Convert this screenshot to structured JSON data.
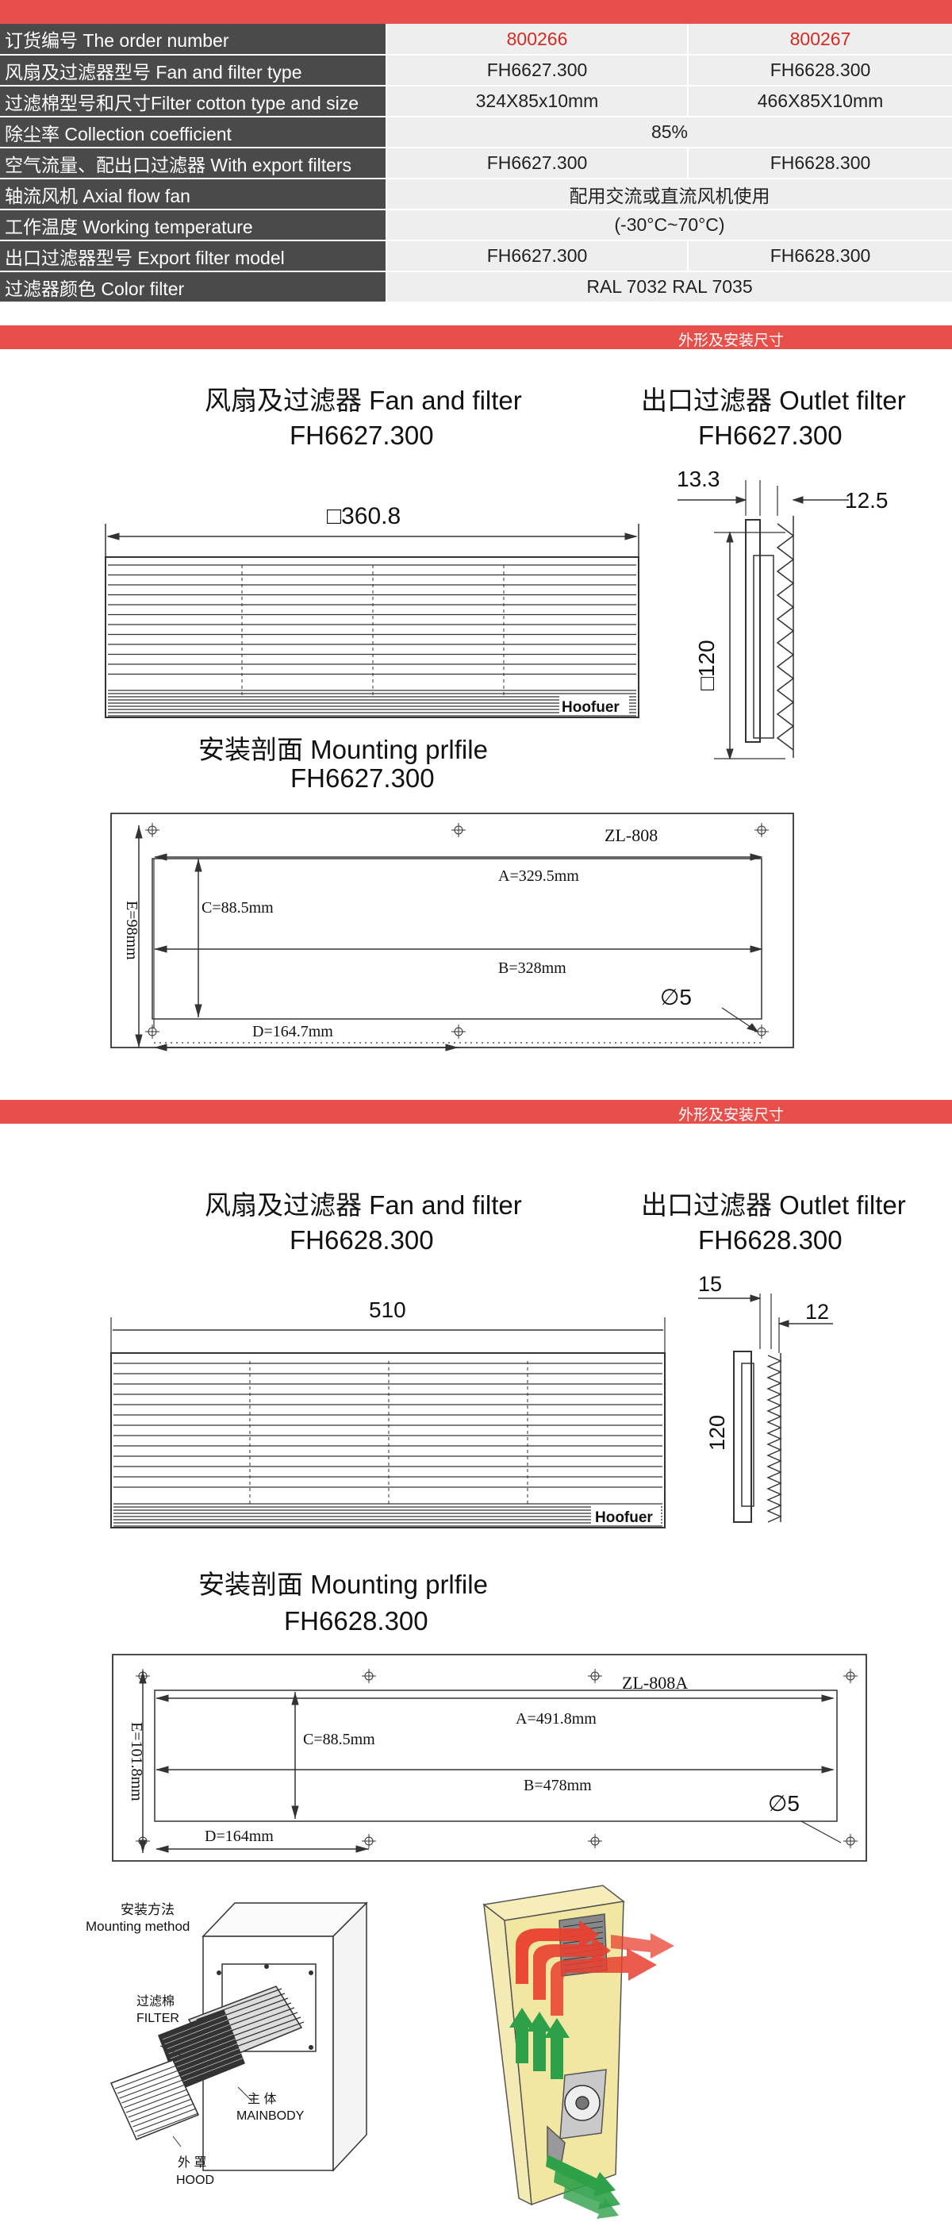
{
  "spec_table": {
    "rows": [
      {
        "label": "订货编号 The order number",
        "v1": "800266",
        "v2": "800267"
      },
      {
        "label": "风扇及过滤器型号 Fan and filter type",
        "v1": "FH6627.300",
        "v2": "FH6628.300"
      },
      {
        "label": "过滤棉型号和尺寸Filter cotton type and size",
        "v1": "324X85x10mm",
        "v2": "466X85X10mm"
      },
      {
        "label": "除尘率 Collection coefficient",
        "merged": "85%"
      },
      {
        "label": "空气流量、配出口过滤器 With export filters",
        "v1": "FH6627.300",
        "v2": "FH6628.300"
      },
      {
        "label": "轴流风机 Axial flow fan",
        "merged": "配用交流或直流风机使用"
      },
      {
        "label": "工作温度 Working temperature",
        "merged": "(-30°C~70°C)"
      },
      {
        "label": "出口过滤器型号 Export filter model",
        "v1": "FH6627.300",
        "v2": "FH6628.300"
      },
      {
        "label": "过滤器颜色 Color filter",
        "merged": "RAL 7032  RAL 7035"
      }
    ]
  },
  "section_bar_label": "外形及安装尺寸",
  "section1": {
    "fan_title": "风扇及过滤器 Fan and filter",
    "fan_model": "FH6627.300",
    "outlet_title": "出口过滤器 Outlet filter",
    "outlet_model": "FH6627.300",
    "width_dim": "□360.8",
    "brand": "Hoofuer",
    "outlet_dim_left": "13.3",
    "outlet_dim_right": "12.5",
    "outlet_height": "□120",
    "mount_title": "安装剖面 Mounting prlfile",
    "mount_model": "FH6627.300",
    "mount": {
      "part": "ZL-808",
      "a": "A=329.5mm",
      "b": "B=328mm",
      "c": "C=88.5mm",
      "d": "D=164.7mm",
      "e": "E=98mm",
      "hole": "∅5"
    }
  },
  "section2": {
    "fan_title": "风扇及过滤器 Fan and filter",
    "fan_model": "FH6628.300",
    "outlet_title": "出口过滤器 Outlet filter",
    "outlet_model": "FH6628.300",
    "width_dim": "510",
    "brand": "Hoofuer",
    "outlet_dim_left": "15",
    "outlet_dim_right": "12",
    "outlet_height": "120",
    "mount_title": "安装剖面 Mounting prlfile",
    "mount_model": "FH6628.300",
    "mount": {
      "part": "ZL-808A",
      "a": "A=491.8mm",
      "b": "B=478mm",
      "c": "C=88.5mm",
      "d": "D=164mm",
      "e": "E=101.8mm",
      "hole": "∅5"
    }
  },
  "mounting_method": {
    "title_cn": "安装方法",
    "title_en": "Mounting method",
    "filter_cn": "过滤棉",
    "filter_en": "FILTER",
    "body_cn": "主 体",
    "body_en": "MAINBODY",
    "hood_cn": "外 罩",
    "hood_en": "HOOD"
  },
  "colors": {
    "accent": "#e94f4a",
    "label_bg": "#4a4a4a",
    "value_bg": "#eeeeee",
    "order_red": "#d42b22",
    "cabinet": "#f2e6a3",
    "hot_arrow": "#e8402f",
    "cool_arrow": "#2fa04a"
  }
}
